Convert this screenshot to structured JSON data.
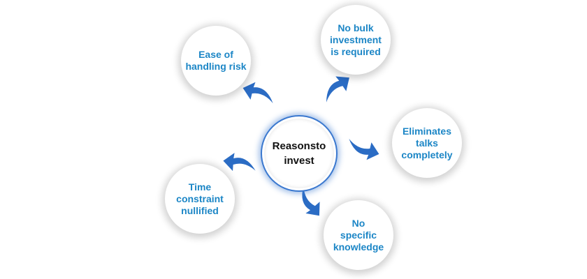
{
  "center": {
    "line1": "Reasons",
    "line2": "to invest"
  },
  "reasons": [
    {
      "lines": [
        "Ease of",
        "handling risk"
      ]
    },
    {
      "lines": [
        "No bulk",
        "investment",
        "is required"
      ]
    },
    {
      "lines": [
        "Eliminates",
        "talks",
        "completely"
      ]
    },
    {
      "lines": [
        "Time",
        "constraint",
        "nullified"
      ]
    },
    {
      "lines": [
        "No",
        "specific",
        "knowledge"
      ]
    }
  ],
  "colors": {
    "text": "#1c86c6",
    "arrow": "#2b6cc4",
    "center_ring": "#3a78cf"
  }
}
